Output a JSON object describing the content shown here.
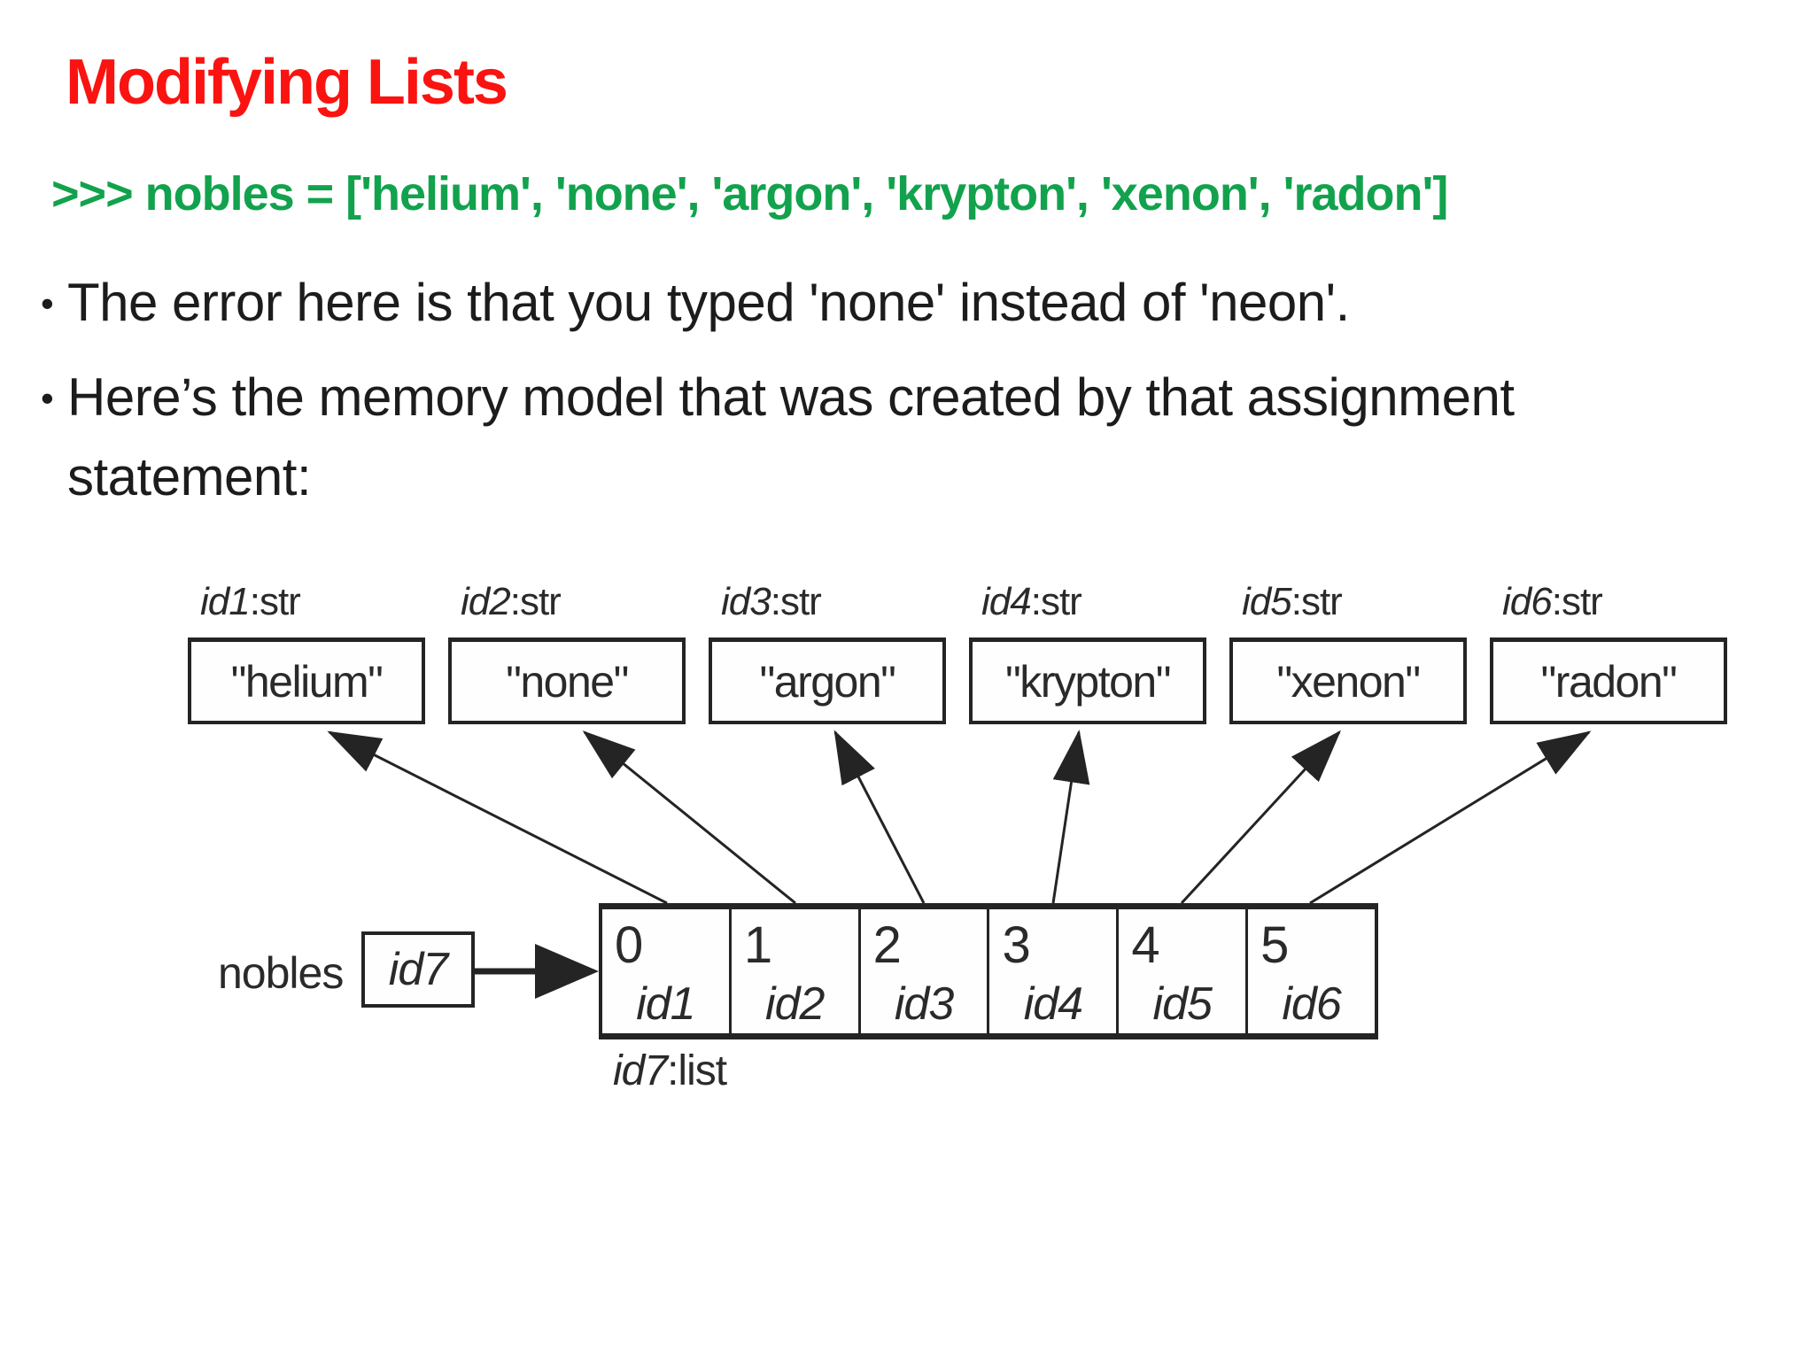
{
  "slide": {
    "title": "Modifying Lists",
    "code_line": ">>> nobles = ['helium', 'none', 'argon', 'krypton', 'xenon', 'radon']",
    "bullet_glyph": "•",
    "bullets": [
      "The error here is that you typed 'none' instead of 'neon'.",
      "Here’s the memory model that was created by that assignment statement:"
    ]
  },
  "colors": {
    "background": "#ffffff",
    "title_red": "#fa1310",
    "code_green": "#12a24d",
    "body_text": "#1c1c1c",
    "diagram_ink": "#242424"
  },
  "diagram": {
    "string_objects": [
      {
        "id": "id1",
        "type": ":str",
        "value": "\"helium\""
      },
      {
        "id": "id2",
        "type": ":str",
        "value": "\"none\""
      },
      {
        "id": "id3",
        "type": ":str",
        "value": "\"argon\""
      },
      {
        "id": "id4",
        "type": ":str",
        "value": "\"krypton\""
      },
      {
        "id": "id5",
        "type": ":str",
        "value": "\"xenon\""
      },
      {
        "id": "id6",
        "type": ":str",
        "value": "\"radon\""
      }
    ],
    "list_object": {
      "label_id": "id7",
      "label_type": ":list",
      "cells": [
        {
          "index": "0",
          "ref": "id1"
        },
        {
          "index": "1",
          "ref": "id2"
        },
        {
          "index": "2",
          "ref": "id3"
        },
        {
          "index": "3",
          "ref": "id4"
        },
        {
          "index": "4",
          "ref": "id5"
        },
        {
          "index": "5",
          "ref": "id6"
        }
      ]
    },
    "variable": {
      "name": "nobles",
      "ref": "id7"
    }
  }
}
